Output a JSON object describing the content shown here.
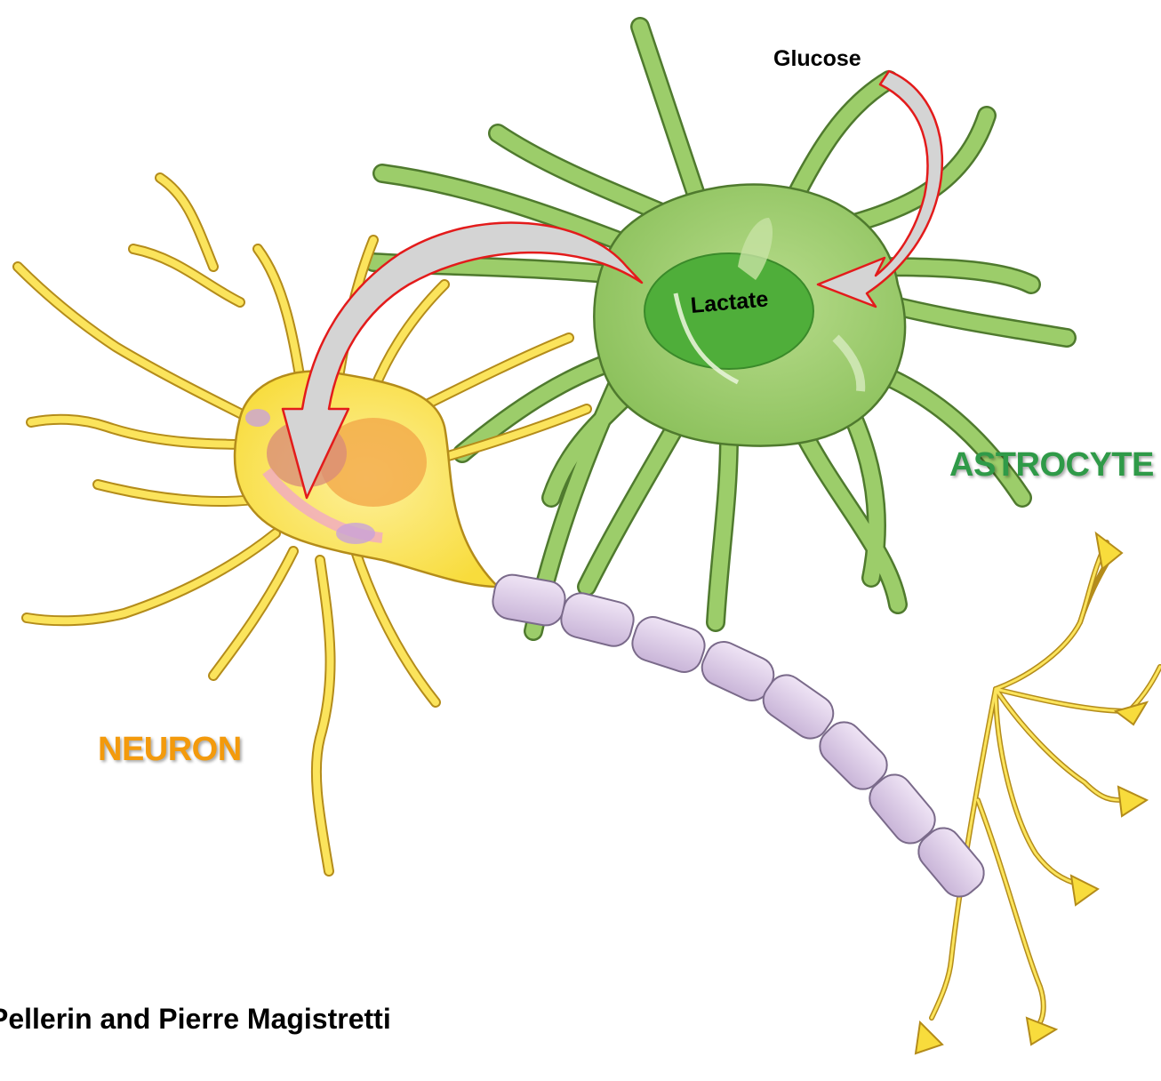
{
  "labels": {
    "glucose": "Glucose",
    "lactate": "Lactate",
    "astrocyte": "ASTROCYTE",
    "neuron": "NEURON",
    "credit": "Pellerin and Pierre Magistretti"
  },
  "colors": {
    "astrocyte_fill": "#9ccd6a",
    "astrocyte_stroke": "#4f7a2e",
    "astrocyte_nucleus": "#4fae3a",
    "astrocyte_label": "#2f9a48",
    "neuron_fill": "#fbe45c",
    "neuron_stroke": "#b48c1a",
    "neuron_label": "#f39a0c",
    "myelin_fill": "#ddcde8",
    "myelin_stroke": "#7a6a8a",
    "arrow_fill": "#d4d4d4",
    "arrow_stroke": "#e31b1b"
  }
}
